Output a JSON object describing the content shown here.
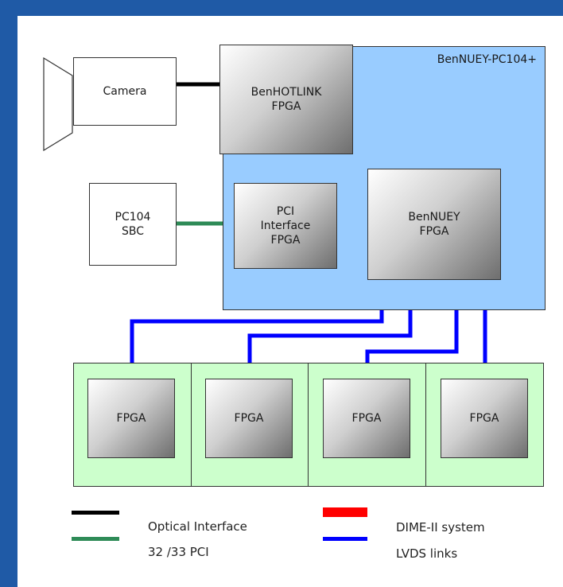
{
  "colors": {
    "page_border": "#1F5AA6",
    "board_fill": "#99CCFF",
    "module_fill": "#CCFFCC",
    "optical": "#000000",
    "pci": "#2E8B57",
    "dime": "#FF0000",
    "lvds": "#0000FF"
  },
  "board": {
    "title": "BenNUEY-PC104+"
  },
  "blocks": {
    "camera": "Camera",
    "pc104": "PC104\nSBC",
    "benhotlink": "BenHOTLINK\nFPGA",
    "pci_interface": "PCI\nInterface\nFPGA",
    "bennuey": "BenNUEY\nFPGA"
  },
  "modules": [
    "FPGA",
    "FPGA",
    "FPGA",
    "FPGA"
  ],
  "legend": {
    "optical": "Optical Interface",
    "pci": "32 /33 PCI",
    "dime": "DIME-II system",
    "lvds": "LVDS links"
  }
}
